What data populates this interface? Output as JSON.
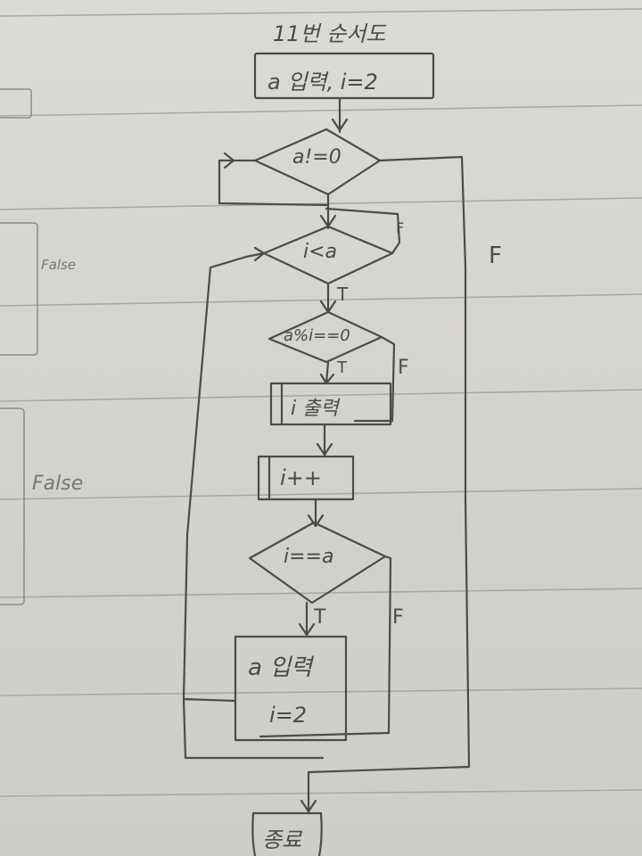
{
  "diagram": {
    "title": "11번 순서도",
    "nodes": {
      "start_box": "a 입력, i=2",
      "cond_a": "a!=0",
      "cond_i": "i<a",
      "cond_mod": "a%i==0",
      "print_i": "i 출력",
      "incr": "i++",
      "cond_eq": "i==a",
      "reinput_line1": "a 입력",
      "reinput_line2": "i=2",
      "end_box": "종료"
    },
    "edge_labels": {
      "cond_a_false": "F",
      "cond_i_false": "F",
      "cond_i_true": "T",
      "cond_mod_true": "T",
      "cond_mod_false": "F",
      "cond_eq_true": "T",
      "cond_eq_false": "F"
    },
    "margin_notes": {
      "false_upper": "False",
      "false_lower": "False"
    }
  },
  "colors": {
    "ink": "#4b4b4b",
    "paper": "#d9d7d3",
    "ruling": "#a9a9ab"
  }
}
